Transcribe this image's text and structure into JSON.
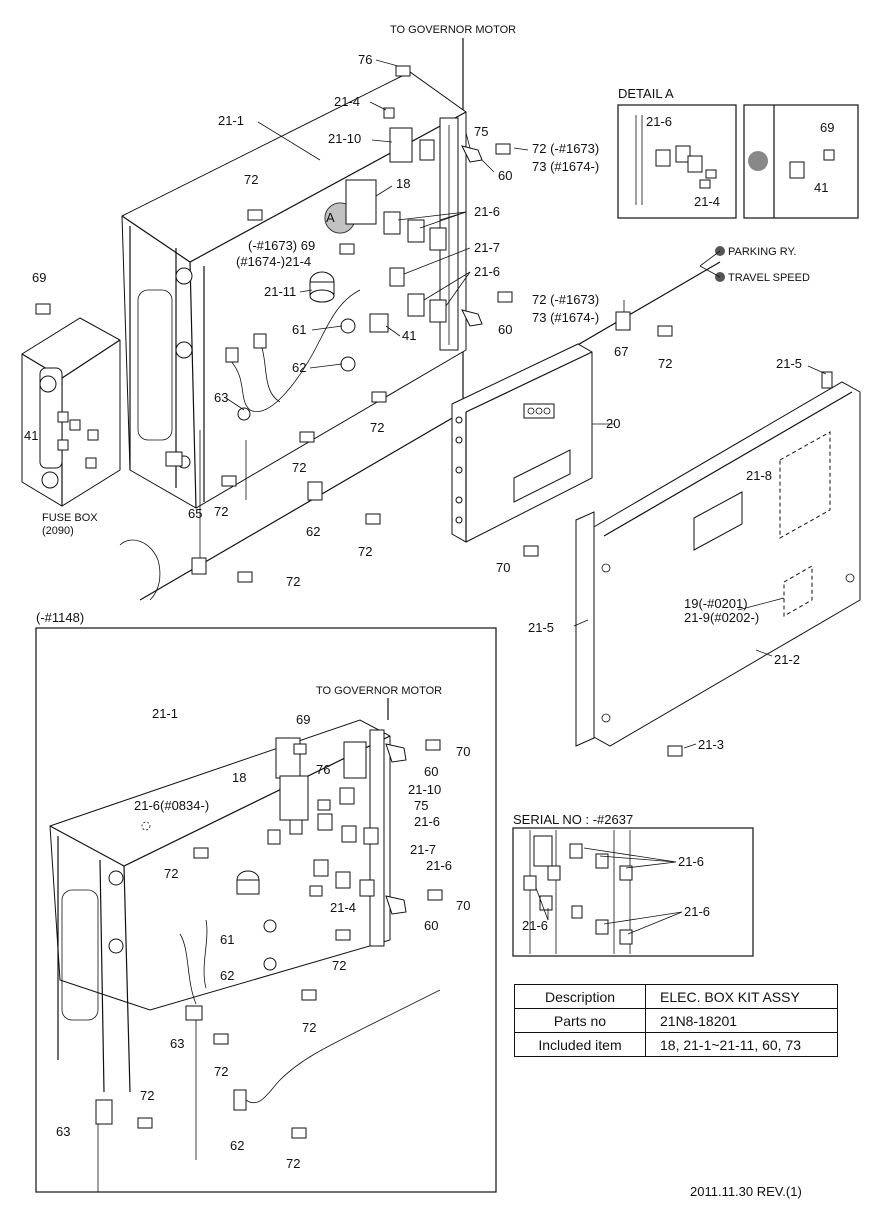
{
  "labels": {
    "to_governor_top": "TO GOVERNOR MOTOR",
    "to_governor_inset": "TO GOVERNOR MOTOR",
    "detail_a": "DETAIL A",
    "parking_ry": "PARKING RY.",
    "travel_speed": "TRAVEL SPEED",
    "fuse_box": "FUSE BOX",
    "fuse_box_code": "(2090)",
    "inset_serial": "(-#1148)",
    "serial_no": "SERIAL NO : -#2637",
    "footer": "2011.11.30 REV.(1)",
    "circle_a": "A"
  },
  "callouts_main": {
    "p76": "76",
    "p21_4a": "21-4",
    "p21_1": "21-1",
    "p21_10": "21-10",
    "p75": "75",
    "p72_1673a": "72 (-#1673)",
    "p73_1674a": "73 (#1674-)",
    "p60a": "60",
    "p72a": "72",
    "p18": "18",
    "p21_6a": "21-6",
    "p69_1673": "(-#1673) 69",
    "p21_4_1674": "(#1674-)21-4",
    "p21_7": "21-7",
    "p21_6b": "21-6",
    "p21_11": "21-11",
    "p72_1673b": "72 (-#1673)",
    "p73_1674b": "73 (#1674-)",
    "p60b": "60",
    "p61": "61",
    "p41a": "41",
    "p67": "67",
    "p72b": "72",
    "p62a": "62",
    "p72c": "72",
    "p69a": "69",
    "p41b": "41",
    "p63": "63",
    "p72d": "72",
    "p72e": "72",
    "p20": "20",
    "p21_5a": "21-5",
    "p21_8": "21-8",
    "p65": "65",
    "p62b": "62",
    "p72f": "72",
    "p72g": "72",
    "p70": "70",
    "p19": "19(-#0201)",
    "p21_9": "21-9(#0202-)",
    "p21_5b": "21-5",
    "p21_2": "21-2",
    "p21_3": "21-3"
  },
  "callouts_detail": {
    "d21_6": "21-6",
    "d21_4": "21-4",
    "d69": "69",
    "d41": "41"
  },
  "callouts_inset": {
    "i21_1": "21-1",
    "i69": "69",
    "i70a": "70",
    "i60a": "60",
    "i76": "76",
    "i21_10": "21-10",
    "i18": "18",
    "i21_6_0834": "21-6(#0834-)",
    "i75": "75",
    "i21_6a": "21-6",
    "i72a": "72",
    "i21_7": "21-7",
    "i21_6b": "21-6",
    "i21_4": "21-4",
    "i70b": "70",
    "i60b": "60",
    "i61": "61",
    "i72b": "72",
    "i62a": "62",
    "i72c": "72",
    "i63a": "63",
    "i72d": "72",
    "i72e": "72",
    "i63b": "63",
    "i62b": "62",
    "i72f": "72"
  },
  "callouts_serial": {
    "s21_6a": "21-6",
    "s21_6b": "21-6",
    "s21_6c": "21-6"
  },
  "kit_table": {
    "rows": [
      {
        "key": "Description",
        "value": "ELEC. BOX KIT ASSY"
      },
      {
        "key": "Parts no",
        "value": "21N8-18201"
      },
      {
        "key": "Included item",
        "value": "18, 21-1~21-11, 60, 73"
      }
    ]
  }
}
